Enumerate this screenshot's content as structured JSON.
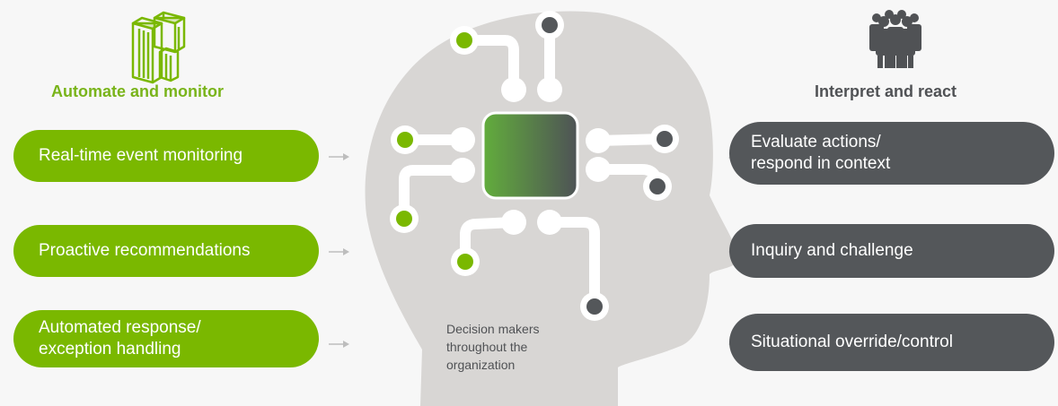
{
  "left_section": {
    "icon": "buildings-icon",
    "heading": "Automate and monitor",
    "color": "#7ab800",
    "items": [
      {
        "label": "Real-time event monitoring"
      },
      {
        "label": "Proactive recommendations"
      },
      {
        "label": "Automated response/\nexception handling"
      }
    ]
  },
  "right_section": {
    "icon": "people-group-icon",
    "heading": "Interpret and react",
    "color": "#54575a",
    "items": [
      {
        "label": "Evaluate actions/\nrespond in context"
      },
      {
        "label": "Inquiry and challenge"
      },
      {
        "label": "Situational override/control"
      }
    ]
  },
  "center": {
    "icon": "head-circuit-icon",
    "caption_lines": [
      "Decision makers",
      "throughout the",
      "organization"
    ]
  }
}
